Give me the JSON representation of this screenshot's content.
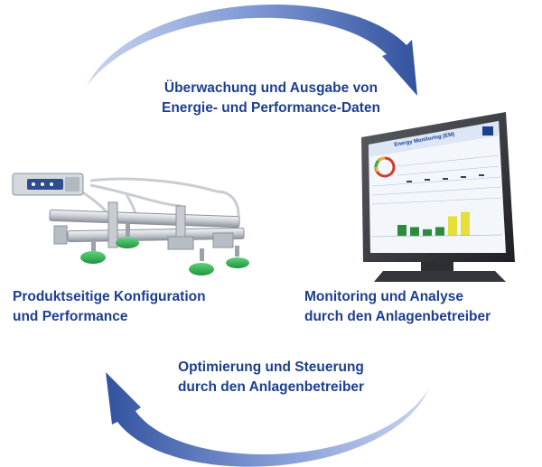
{
  "labels": {
    "top_line1": "Überwachung und Ausgabe von",
    "top_line2": "Energie- und Performance-Daten",
    "left_line1": "Produktseitige Konfiguration",
    "left_line2": "und Performance",
    "right_line1": "Monitoring und Analyse",
    "right_line2": "durch den Anlagenbetreiber",
    "bottom_line1": "Optimierung und Steuerung",
    "bottom_line2": "durch den Anlagenbetreiber"
  },
  "monitor": {
    "screen_title": "Energy Monitoring (EM)",
    "bar_levels": [
      0.25,
      0.2,
      0.15,
      0.2,
      0.45,
      0.55
    ]
  },
  "colors": {
    "text": "#1d3f8f",
    "arrow_dark": "#3d5ba8",
    "arrow_light": "#c6d3ef",
    "suction_cup": "#2bb24c",
    "bar_green": "#2e8b3d",
    "bar_yellow": "#e5df3a"
  }
}
